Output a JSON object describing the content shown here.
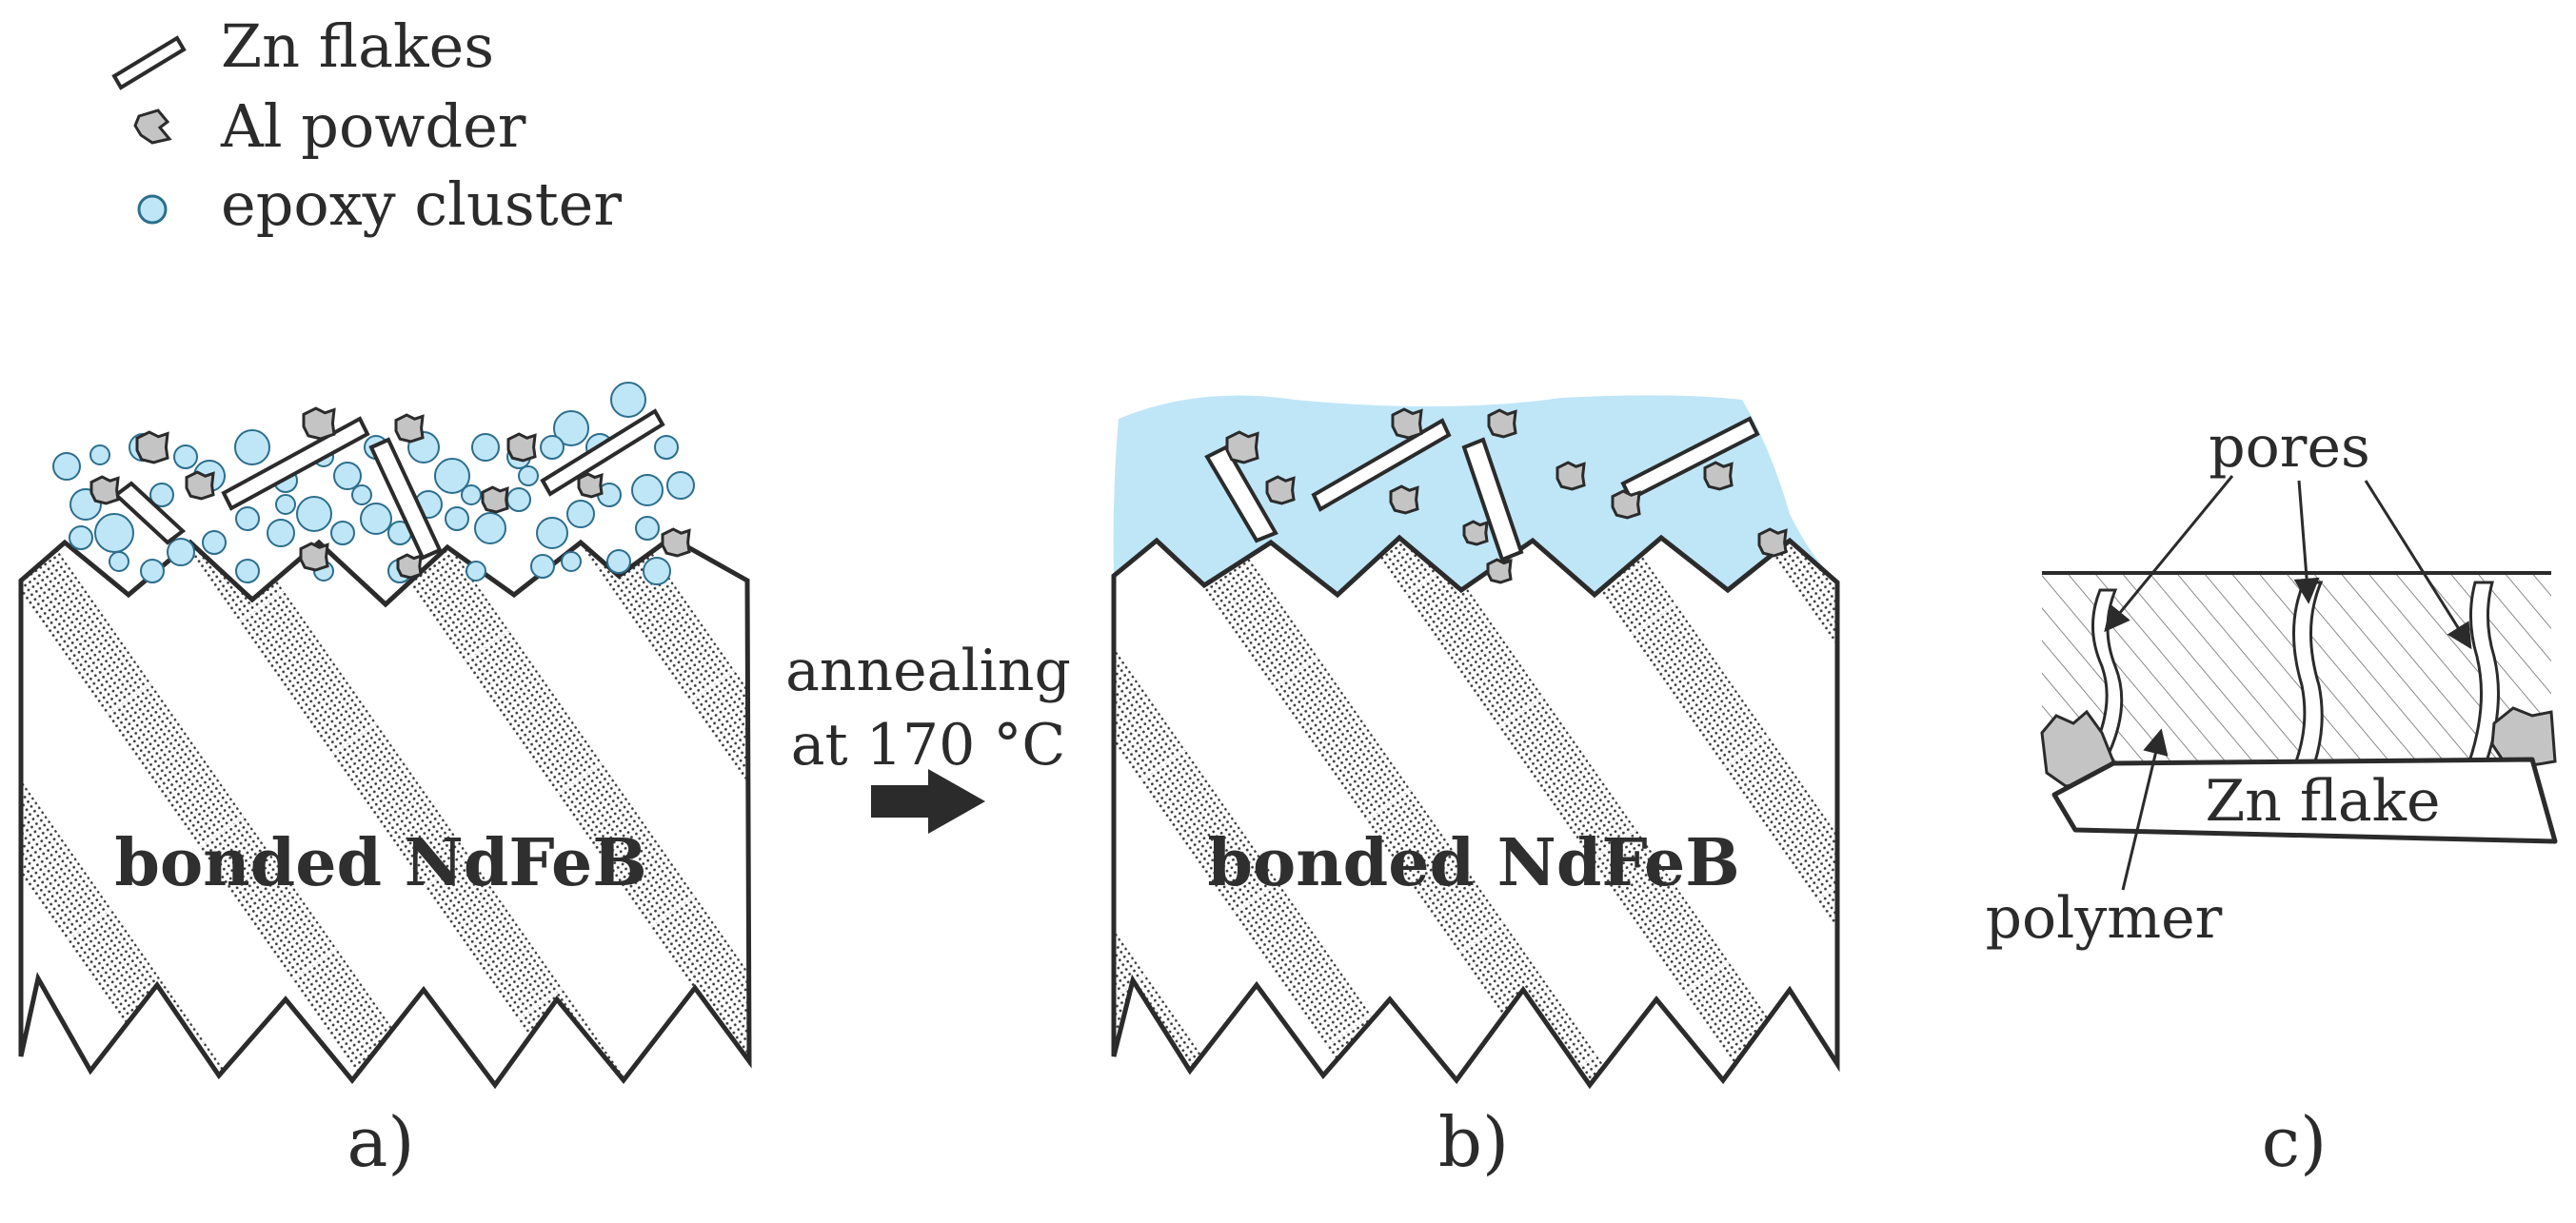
{
  "legend": {
    "items": [
      {
        "label": "Zn flakes",
        "icon": "zn-flake-icon"
      },
      {
        "label": "Al powder",
        "icon": "al-powder-icon"
      },
      {
        "label": "epoxy cluster",
        "icon": "epoxy-cluster-icon"
      }
    ]
  },
  "panel_a": {
    "block_label": "bonded NdFeB",
    "caption": "a)"
  },
  "process": {
    "line1": "annealing",
    "line2": "at 170 °C"
  },
  "panel_b": {
    "block_label": "bonded NdFeB",
    "caption": "b)"
  },
  "panel_c": {
    "pores_label": "pores",
    "flake_label": "Zn flake",
    "polymer_label": "polymer",
    "caption": "c)"
  },
  "colors": {
    "epoxy": "#bfe6f7",
    "epoxy_stroke": "#2d6e8c",
    "al_powder": "#c4c4c4",
    "outline": "#2b2b2b"
  }
}
